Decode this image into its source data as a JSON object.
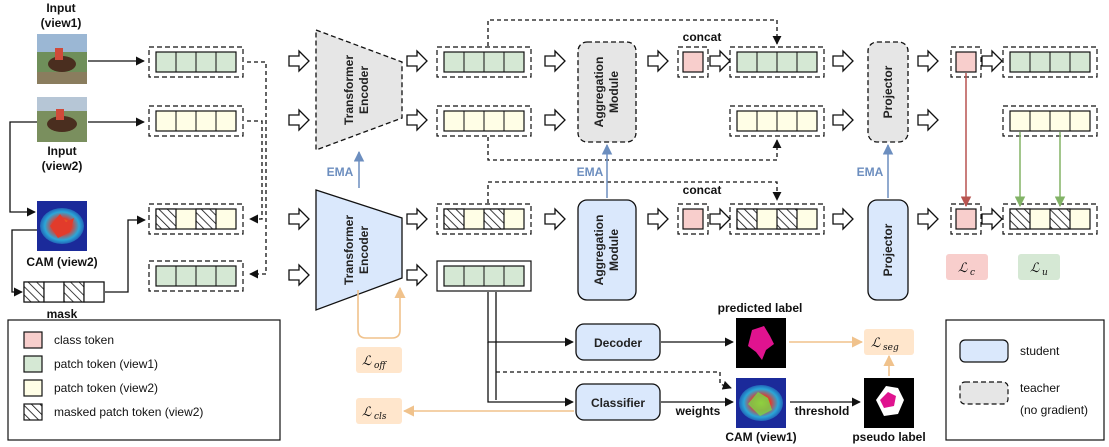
{
  "labels": {
    "input_view1": [
      "Input",
      "(view1)"
    ],
    "input_view2": [
      "Input",
      "(view2)"
    ],
    "cam_view2": "CAM (view2)",
    "mask": "mask",
    "transformer_encoder": [
      "Transformer",
      "Encoder"
    ],
    "aggregation_module": [
      "Aggregation",
      "Module"
    ],
    "projector": "Projector",
    "concat": "concat",
    "ema": "EMA",
    "decoder": "Decoder",
    "classifier": "Classifier",
    "predicted_label": "predicted label",
    "weights": "weights",
    "threshold": "threshold",
    "cam_view1": "CAM (view1)",
    "pseudo_label": "pseudo label"
  },
  "losses": {
    "l_c": {
      "main": "ℒ",
      "sub": "c"
    },
    "l_u": {
      "main": "ℒ",
      "sub": "u"
    },
    "l_seg": {
      "main": "ℒ",
      "sub": "seg"
    },
    "l_off": {
      "main": "ℒ",
      "sub": "off"
    },
    "l_cls": {
      "main": "ℒ",
      "sub": "cls"
    }
  },
  "legend_left": [
    {
      "label": "class token",
      "swatch": "class"
    },
    {
      "label": "patch token (view1)",
      "swatch": "view1"
    },
    {
      "label": "patch token (view2)",
      "swatch": "view2"
    },
    {
      "label": "masked patch token (view2)",
      "swatch": "masked"
    }
  ],
  "legend_right": [
    {
      "label": "student"
    },
    {
      "label": "teacher",
      "label2": "(no gradient)"
    }
  ],
  "colors": {
    "class_token": "#f8cecc",
    "class_token_border": "#b85450",
    "view1_token": "#d5e8d4",
    "view2_token": "#fffee6",
    "student_fill": "#dae8fc",
    "teacher_fill": "#e6e6e6",
    "ema_arrow": "#6c8ebf",
    "loss_c_arrow": "#b85450",
    "loss_u_arrow": "#82b366",
    "loss_orange": "#f0c28c",
    "loss_c_bg": "#f8cecc",
    "loss_u_bg": "#d5e8d4",
    "loss_orange_bg": "#ffe6cc"
  }
}
